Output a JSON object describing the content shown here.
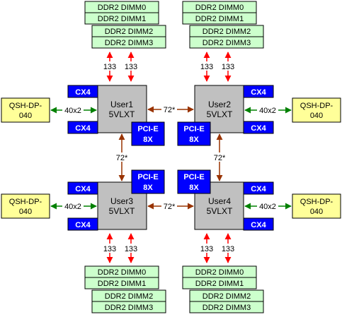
{
  "fpgas": [
    {
      "id": "user1",
      "name": "User1",
      "part": "5VLXT"
    },
    {
      "id": "user2",
      "name": "User2",
      "part": "5VLXT"
    },
    {
      "id": "user3",
      "name": "User3",
      "part": "5VLXT"
    },
    {
      "id": "user4",
      "name": "User4",
      "part": "5VLXT"
    }
  ],
  "dimm_labels": [
    "DDR2 DIMM0",
    "DDR2 DIMM1",
    "DDR2 DIMM2",
    "DDR2 DIMM3"
  ],
  "qsh_connector": [
    "QSH-DP-",
    "040"
  ],
  "cx4_label": "CX4",
  "pcie_label": [
    "PCI-E",
    "8X"
  ],
  "bus_labels": {
    "memory": "133",
    "qsh_link": "40x2",
    "fpga_link": "72*"
  },
  "colors": {
    "fpga_fill": "#c0c0c0",
    "dimm_fill": "#ccffcc",
    "qsh_fill": "#ffff99",
    "connector_fill": "#0000ff",
    "memory_arrow": "#ff0000",
    "qsh_arrow": "#008000",
    "fpga_arrow": "#993300"
  }
}
